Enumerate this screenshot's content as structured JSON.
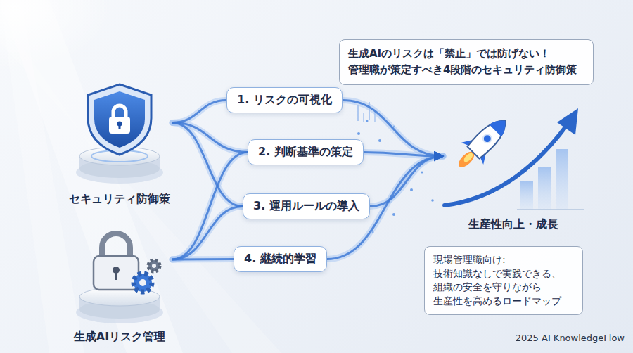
{
  "diagram": {
    "title": "生成AIのリスクは「禁止」では防げない！ 管理職が策定すべき4段階のセキュリティ防御策",
    "nodes": [
      {
        "text": [
          "セキュリティ防御策"
        ]
      },
      {
        "text": [
          "生成AIリスク管理"
        ]
      },
      {
        "text": [
          "1. リスクの可視化"
        ]
      },
      {
        "text": [
          "2. 判断基準の策定"
        ]
      },
      {
        "text": [
          "3. 運用ルールの導入"
        ]
      },
      {
        "text": [
          "4. 継続的学習"
        ]
      },
      {
        "text": [
          "生産性向上・成長"
        ]
      },
      {
        "text": [
          "現場管理職向け: 技術知識なしで実践できる、 組織の安全を守りながら 生産性を高めるロードマップ"
        ]
      }
    ],
    "edges": [
      {
        "from": 0,
        "to": 2,
        "arrow": "none"
      },
      {
        "from": 0,
        "to": 3,
        "arrow": "none"
      },
      {
        "from": 0,
        "to": 4,
        "arrow": "none"
      },
      {
        "from": 1,
        "to": 3,
        "arrow": "none"
      },
      {
        "from": 1,
        "to": 4,
        "arrow": "none"
      },
      {
        "from": 1,
        "to": 5,
        "arrow": "none"
      },
      {
        "from": 2,
        "to": 6,
        "arrow": "to"
      },
      {
        "from": 3,
        "to": 6,
        "arrow": "to"
      },
      {
        "from": 4,
        "to": 6,
        "arrow": "to"
      },
      {
        "from": 5,
        "to": 6,
        "arrow": "to"
      }
    ],
    "labels": [
      "2025 AI KnowledgeFlow"
    ]
  }
}
